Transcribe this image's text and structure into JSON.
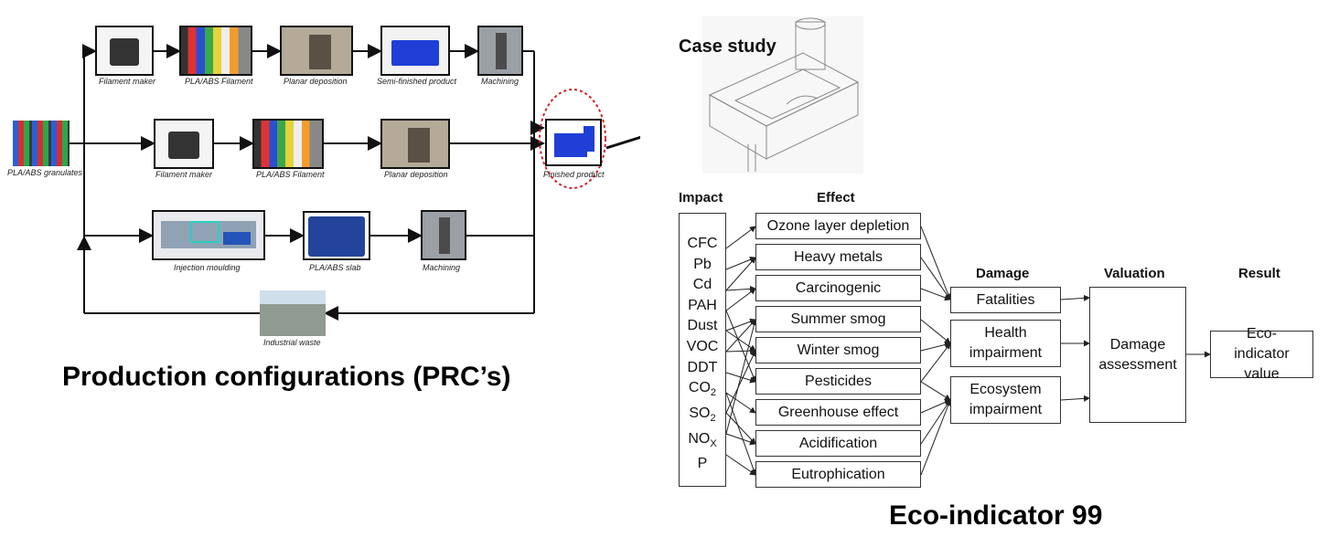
{
  "left": {
    "title": "Production configurations (PRC’s)",
    "source_label": "PLA/ABS granulates",
    "row1": [
      "Filament maker",
      "PLA/ABS Filament",
      "Planar deposition",
      "Semi-finished product",
      "Machining"
    ],
    "row2": [
      "Filament maker",
      "PLA/ABS Filament",
      "Planar deposition"
    ],
    "row3": [
      "Injection moulding",
      "PLA/ABS slab",
      "Machining"
    ],
    "waste_label": "Industrial waste",
    "finished_label": "Finished product"
  },
  "case_study": {
    "title": "Case study"
  },
  "eco": {
    "title": "Eco-indicator 99",
    "headers": {
      "impact": "Impact",
      "effect": "Effect",
      "damage": "Damage",
      "valuation": "Valuation",
      "result": "Result"
    },
    "impacts": [
      "CFC",
      "Pb",
      "Cd",
      "PAH",
      "Dust",
      "VOC",
      "DDT",
      "CO2",
      "SO2",
      "NOX",
      "P"
    ],
    "effects": [
      "Ozone layer depletion",
      "Heavy metals",
      "Carcinogenic",
      "Summer smog",
      "Winter smog",
      "Pesticides",
      "Greenhouse effect",
      "Acidification",
      "Eutrophication"
    ],
    "damages": [
      "Fatalities",
      "Health impairment",
      "Ecosystem impairment"
    ],
    "valuation": "Damage assessment",
    "result": "Eco-indicator value"
  },
  "colors": {
    "accent_blue": "#1f3fd6",
    "dotted_red": "#d0202a"
  }
}
